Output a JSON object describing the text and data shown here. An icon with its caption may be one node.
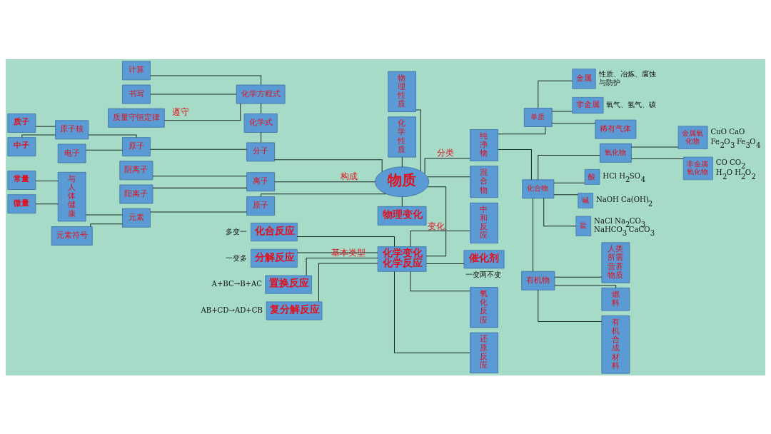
{
  "diagram": {
    "nodes": [
      {
        "text": [
          "物质"
        ]
      },
      {
        "text": [
          "计算"
        ]
      },
      {
        "text": [
          "书写"
        ]
      },
      {
        "text": [
          "质量守恒定律"
        ]
      },
      {
        "text": [
          "化学方程式"
        ]
      },
      {
        "text": [
          "化学式"
        ]
      },
      {
        "text": [
          "物理性质"
        ]
      },
      {
        "text": [
          "化学性质"
        ]
      },
      {
        "text": [
          "质子"
        ]
      },
      {
        "text": [
          "中子"
        ]
      },
      {
        "text": [
          "原子核"
        ]
      },
      {
        "text": [
          "电子"
        ]
      },
      {
        "text": [
          "原子"
        ]
      },
      {
        "text": [
          "分子"
        ]
      },
      {
        "text": [
          "与人体健康"
        ]
      },
      {
        "text": [
          "常量"
        ]
      },
      {
        "text": [
          "微量"
        ]
      },
      {
        "text": [
          "阴离子"
        ]
      },
      {
        "text": [
          "离子"
        ]
      },
      {
        "text": [
          "阳离子"
        ]
      },
      {
        "text": [
          "元素符号"
        ]
      },
      {
        "text": [
          "元素"
        ]
      },
      {
        "text": [
          "原子"
        ]
      },
      {
        "text": [
          "纯净物"
        ]
      },
      {
        "text": [
          "单质"
        ]
      },
      {
        "text": [
          "金属"
        ],
        "beside": [
          "性质、冶炼、腐蚀与防护"
        ]
      },
      {
        "text": [
          "非金属"
        ],
        "beside": [
          "氧气、氢气、碳"
        ]
      },
      {
        "text": [
          "稀有气体"
        ]
      },
      {
        "text": [
          "化合物"
        ]
      },
      {
        "text": [
          "氧化物"
        ]
      },
      {
        "text": [
          "金属氧化物"
        ],
        "beside": [
          "CuO CaO",
          "Fe$_{2}$O$_{3}$ Fe$_{3}$O$_{4}$"
        ]
      },
      {
        "text": [
          "非金属氧化物"
        ],
        "beside": [
          "CO CO$_{2}$",
          "H$_{2}$O H$_{2}$O$_{2}$"
        ]
      },
      {
        "text": [
          "有机物"
        ]
      },
      {
        "text": [
          "酸"
        ],
        "beside": [
          "HCl H$_{2}$SO$_{4}$"
        ]
      },
      {
        "text": [
          "碱"
        ],
        "beside": [
          "NaOH Ca(OH)$_{2}$"
        ]
      },
      {
        "text": [
          "盐"
        ],
        "beside": [
          "NaCl Na$_{2}$CO$_{3}$",
          "NaHCO$_{3}$ CaCO$_{3}$"
        ]
      },
      {
        "text": [
          "人类所需营养物质"
        ]
      },
      {
        "text": [
          "燃料"
        ]
      },
      {
        "text": [
          "有机合成材料"
        ]
      },
      {
        "text": [
          "混合物"
        ]
      },
      {
        "text": [
          "化合反应"
        ],
        "beside": [
          "多变一"
        ]
      },
      {
        "text": [
          "分解反应"
        ],
        "beside": [
          "一变多"
        ]
      },
      {
        "text": [
          "置换反应"
        ],
        "beside": [
          "A+BC→B+AC"
        ]
      },
      {
        "text": [
          "复分解反应"
        ],
        "beside": [
          "AB+CD→AD+CB"
        ]
      },
      {
        "text": [
          "化学变化",
          "化学反应"
        ]
      },
      {
        "text": [
          "物理变化"
        ]
      },
      {
        "text": [
          "氧化反应"
        ]
      },
      {
        "text": [
          "还原反应"
        ]
      },
      {
        "text": [
          "中和反应"
        ]
      },
      {
        "text": [
          "催化剂"
        ],
        "beside": [
          "一变两不变"
        ]
      }
    ],
    "edges": [
      {
        "from": 1,
        "to": 4,
        "arrow": "none"
      },
      {
        "from": 2,
        "to": 4,
        "arrow": "none"
      },
      {
        "from": 3,
        "to": 4,
        "arrow": "none",
        "label": "遵守"
      },
      {
        "from": 4,
        "to": 5,
        "arrow": "none"
      },
      {
        "from": 5,
        "to": 13,
        "arrow": "none"
      },
      {
        "from": 8,
        "to": 10,
        "arrow": "none"
      },
      {
        "from": 9,
        "to": 10,
        "arrow": "none"
      },
      {
        "from": 10,
        "to": 12,
        "arrow": "none"
      },
      {
        "from": 11,
        "to": 12,
        "arrow": "none"
      },
      {
        "from": 12,
        "to": 13,
        "arrow": "none"
      },
      {
        "from": 15,
        "to": 14,
        "arrow": "none"
      },
      {
        "from": 16,
        "to": 14,
        "arrow": "none"
      },
      {
        "from": 14,
        "to": 21,
        "arrow": "none"
      },
      {
        "from": 20,
        "to": 21,
        "arrow": "none"
      },
      {
        "from": 21,
        "to": 22,
        "arrow": "none"
      },
      {
        "from": 17,
        "to": 18,
        "arrow": "none"
      },
      {
        "from": 19,
        "to": 18,
        "arrow": "none"
      },
      {
        "from": 13,
        "to": 0,
        "arrow": "none"
      },
      {
        "from": 18,
        "to": 0,
        "arrow": "none",
        "label": "构成"
      },
      {
        "from": 22,
        "to": 0,
        "arrow": "none"
      },
      {
        "from": 6,
        "to": 0,
        "arrow": "none"
      },
      {
        "from": 7,
        "to": 0,
        "arrow": "none"
      },
      {
        "from": 0,
        "to": 23,
        "arrow": "none",
        "label": "分类"
      },
      {
        "from": 0,
        "to": 39,
        "arrow": "none"
      },
      {
        "from": 23,
        "to": 24,
        "arrow": "none"
      },
      {
        "from": 23,
        "to": 28,
        "arrow": "none"
      },
      {
        "from": 24,
        "to": 25,
        "arrow": "none"
      },
      {
        "from": 24,
        "to": 26,
        "arrow": "none"
      },
      {
        "from": 24,
        "to": 27,
        "arrow": "none"
      },
      {
        "from": 28,
        "to": 29,
        "arrow": "none"
      },
      {
        "from": 28,
        "to": 33,
        "arrow": "none"
      },
      {
        "from": 28,
        "to": 34,
        "arrow": "none"
      },
      {
        "from": 28,
        "to": 35,
        "arrow": "none"
      },
      {
        "from": 28,
        "to": 32,
        "arrow": "none"
      },
      {
        "from": 29,
        "to": 30,
        "arrow": "none"
      },
      {
        "from": 29,
        "to": 31,
        "arrow": "none"
      },
      {
        "from": 32,
        "to": 36,
        "arrow": "none"
      },
      {
        "from": 32,
        "to": 37,
        "arrow": "none"
      },
      {
        "from": 32,
        "to": 38,
        "arrow": "none"
      },
      {
        "from": 0,
        "to": 44,
        "arrow": "none",
        "label": "变化"
      },
      {
        "from": 0,
        "to": 45,
        "arrow": "none"
      },
      {
        "from": 40,
        "to": 44,
        "arrow": "none"
      },
      {
        "from": 41,
        "to": 44,
        "arrow": "none",
        "label": "基本类型"
      },
      {
        "from": 42,
        "to": 44,
        "arrow": "none"
      },
      {
        "from": 43,
        "to": 44,
        "arrow": "none"
      },
      {
        "from": 44,
        "to": 46,
        "arrow": "none"
      },
      {
        "from": 44,
        "to": 47,
        "arrow": "none"
      },
      {
        "from": 44,
        "to": 48,
        "arrow": "none"
      },
      {
        "from": 44,
        "to": 49,
        "arrow": "none"
      }
    ]
  }
}
